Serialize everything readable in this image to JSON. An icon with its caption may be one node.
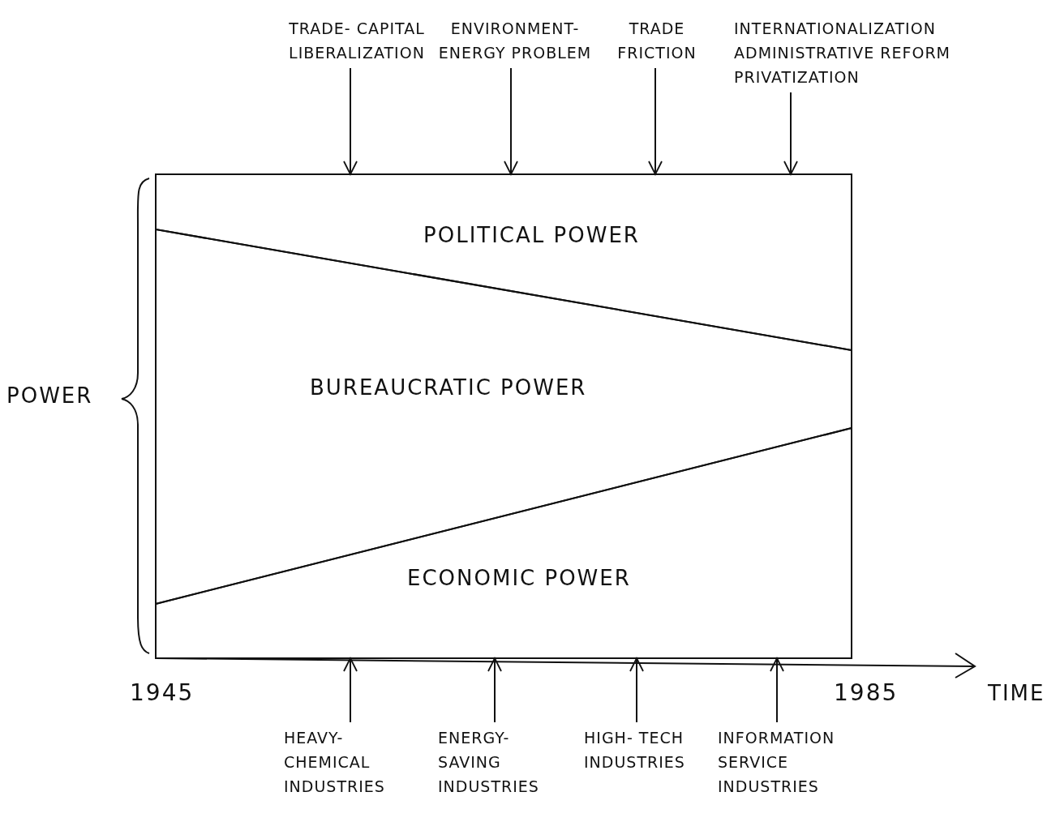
{
  "diagram": {
    "nodes": [
      {
        "text": [
          "POLITICAL POWER"
        ]
      },
      {
        "text": [
          "BUREAUCRATIC POWER"
        ]
      },
      {
        "text": [
          "ECONOMIC POWER"
        ]
      },
      {
        "text": [
          "TRADE- CAPITAL LIBERALIZATION"
        ]
      },
      {
        "text": [
          "ENVIRONMENT- ENERGY PROBLEM"
        ]
      },
      {
        "text": [
          "TRADE FRICTION"
        ]
      },
      {
        "text": [
          "INTERNATIONALIZATION ADMINISTRATIVE REFORM PRIVATIZATION"
        ]
      },
      {
        "text": [
          "HEAVY- CHEMICAL INDUSTRIES"
        ]
      },
      {
        "text": [
          "ENERGY- SAVING INDUSTRIES"
        ]
      },
      {
        "text": [
          "HIGH- TECH INDUSTRIES"
        ]
      },
      {
        "text": [
          "INFORMATION SERVICE INDUSTRIES"
        ]
      }
    ],
    "edges": [
      {
        "from": 3,
        "to": 0,
        "arrow": "to"
      },
      {
        "from": 4,
        "to": 0,
        "arrow": "to"
      },
      {
        "from": 5,
        "to": 0,
        "arrow": "to"
      },
      {
        "from": 6,
        "to": 0,
        "arrow": "to"
      },
      {
        "from": 7,
        "to": 2,
        "arrow": "to"
      },
      {
        "from": 8,
        "to": 2,
        "arrow": "to"
      },
      {
        "from": 9,
        "to": 2,
        "arrow": "to"
      },
      {
        "from": 10,
        "to": 2,
        "arrow": "to"
      }
    ],
    "labels": [
      "POWER",
      "1945",
      "1985",
      "TIME"
    ]
  }
}
